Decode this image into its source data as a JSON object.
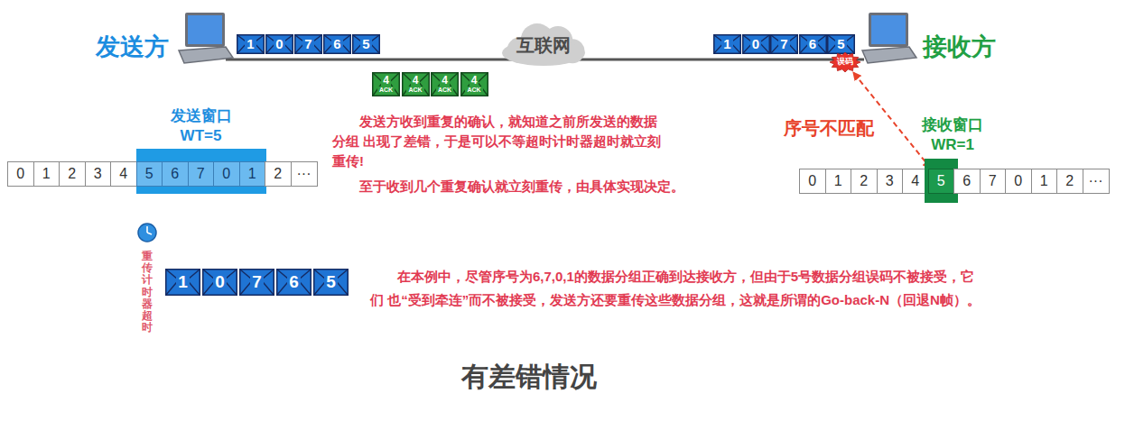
{
  "diagram": {
    "caption": "有差错情况",
    "nodes": [
      {
        "text": [
          "1"
        ]
      },
      {
        "text": [
          "0"
        ]
      },
      {
        "text": [
          "7"
        ]
      },
      {
        "text": [
          "6"
        ]
      },
      {
        "text": [
          "5"
        ]
      },
      {
        "text": [
          "互联网"
        ]
      },
      {
        "text": [
          "1"
        ]
      },
      {
        "text": [
          "0"
        ]
      },
      {
        "text": [
          "7"
        ]
      },
      {
        "text": [
          "6"
        ]
      },
      {
        "text": [
          "5"
        ]
      },
      {
        "text": [
          "误码"
        ]
      },
      {
        "text": [
          "4",
          "ACK"
        ]
      },
      {
        "text": [
          "4",
          "ACK"
        ]
      },
      {
        "text": [
          "4",
          "ACK"
        ]
      },
      {
        "text": [
          "4",
          "ACK"
        ]
      },
      {
        "text": [
          "0"
        ]
      },
      {
        "text": [
          "1"
        ]
      },
      {
        "text": [
          "2"
        ]
      },
      {
        "text": [
          "3"
        ]
      },
      {
        "text": [
          "4"
        ]
      },
      {
        "text": [
          "发送窗口",
          "WT=5"
        ]
      },
      {
        "text": [
          "5"
        ],
        "in": 21
      },
      {
        "text": [
          "6"
        ],
        "in": 21
      },
      {
        "text": [
          "7"
        ],
        "in": 21
      },
      {
        "text": [
          "0"
        ],
        "in": 21
      },
      {
        "text": [
          "1"
        ],
        "in": 21
      },
      {
        "text": [
          "2"
        ]
      },
      {
        "text": [
          "···"
        ]
      },
      {
        "text": [
          "0"
        ]
      },
      {
        "text": [
          "1"
        ]
      },
      {
        "text": [
          "2"
        ]
      },
      {
        "text": [
          "3"
        ]
      },
      {
        "text": [
          "4"
        ]
      },
      {
        "text": [
          "接收窗口",
          "WR=1"
        ]
      },
      {
        "text": [
          "5"
        ],
        "in": 34
      },
      {
        "text": [
          "6"
        ]
      },
      {
        "text": [
          "7"
        ]
      },
      {
        "text": [
          "0"
        ]
      },
      {
        "text": [
          "1"
        ]
      },
      {
        "text": [
          "2"
        ]
      },
      {
        "text": [
          "···"
        ]
      },
      {
        "text": [
          "1"
        ]
      },
      {
        "text": [
          "0"
        ]
      },
      {
        "text": [
          "7"
        ]
      },
      {
        "text": [
          "6"
        ]
      },
      {
        "text": [
          "5"
        ]
      }
    ],
    "edges": [
      {
        "from": 35,
        "to": 11,
        "arrow": "both",
        "label": "序号不匹配"
      }
    ],
    "labels": [
      "发送方",
      "接收方",
      "发送方收到重复的确认，就知道之前所发送的数据分组 出现了差错，于是可以不等超时计时器超时就立刻重传!",
      "至于收到几个重复确认就立刻重传，由具体实现决定。",
      "重传计时器超时",
      "在本例中，尽管序号为6,7,0,1的数据分组正确到达接收方，但由于5号数据分组误码不被接受，它们 也“受到牵连”而不被接受，发送方还要重传这些数据分组，这就是所谓的Go-back-N（回退N帧）。"
    ]
  }
}
